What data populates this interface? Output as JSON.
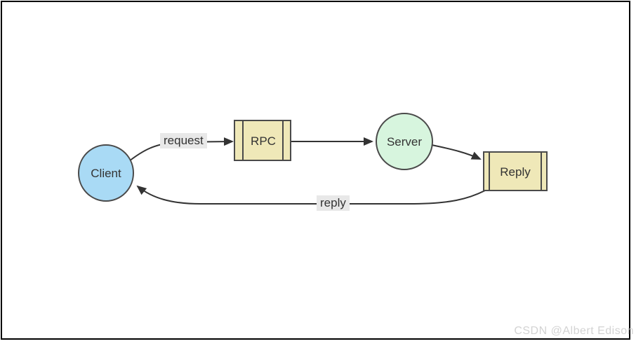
{
  "diagram": {
    "nodes": {
      "client": {
        "label": "Client",
        "shape": "circle",
        "fill": "#a9daf5"
      },
      "rpc": {
        "label": "RPC",
        "shape": "subroutine",
        "fill": "#efe8b8"
      },
      "server": {
        "label": "Server",
        "shape": "circle",
        "fill": "#d7f5de"
      },
      "reply": {
        "label": "Reply",
        "shape": "subroutine",
        "fill": "#efe8b8"
      }
    },
    "edge_labels": {
      "request": "request",
      "reply": "reply"
    },
    "colors": {
      "node_border": "#4a4a4a",
      "edge_stroke": "#333333",
      "text": "#333333",
      "edge_label_bg": "#e8e8e8",
      "frame_border": "#000000"
    }
  },
  "watermark": {
    "text": "CSDN @Albert Edison",
    "color": "#d3d3d3"
  }
}
